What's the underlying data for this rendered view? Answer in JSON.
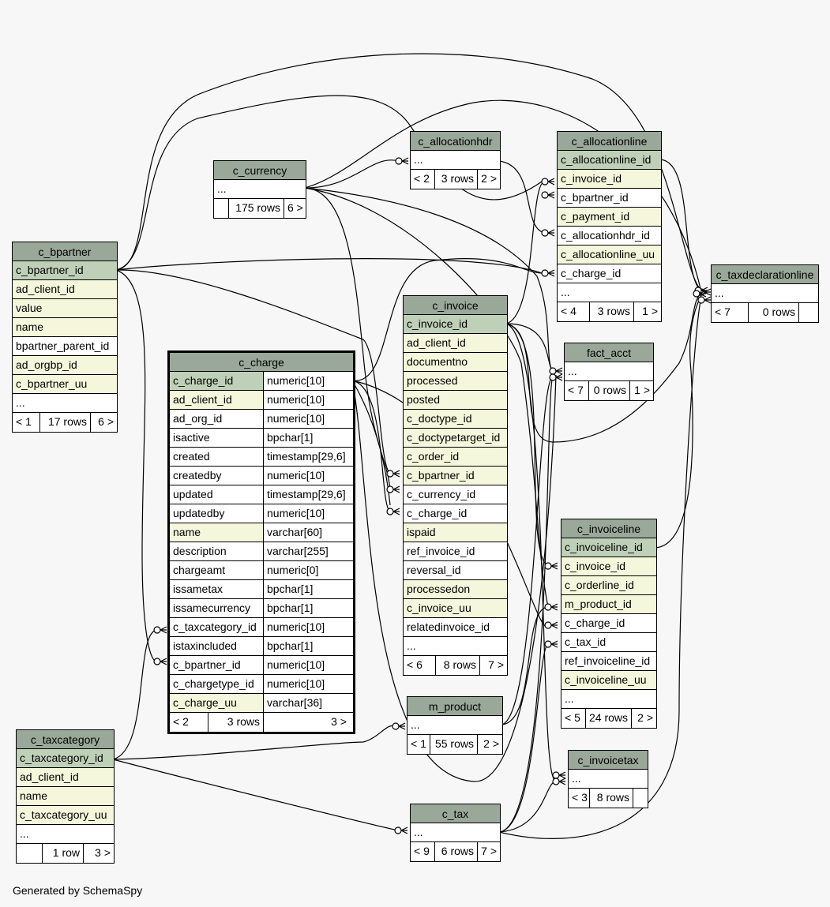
{
  "footer": {
    "generated": "Generated by SchemaSpy"
  },
  "tables": {
    "c_bpartner": {
      "name": "c_bpartner",
      "columns": [
        {
          "name": "c_bpartner_id",
          "kind": "pk"
        },
        {
          "name": "ad_client_id",
          "kind": "idx"
        },
        {
          "name": "value",
          "kind": "idx"
        },
        {
          "name": "name",
          "kind": "idx"
        },
        {
          "name": "bpartner_parent_id",
          "kind": "plain"
        },
        {
          "name": "ad_orgbp_id",
          "kind": "idx"
        },
        {
          "name": "c_bpartner_uu",
          "kind": "idx"
        },
        {
          "name": "...",
          "kind": "plain"
        }
      ],
      "footer": [
        "< 1",
        "17 rows",
        "6 >"
      ]
    },
    "c_currency": {
      "name": "c_currency",
      "columns": [
        {
          "name": "...",
          "kind": "plain"
        }
      ],
      "footer": [
        "",
        "175 rows",
        "6 >"
      ]
    },
    "c_allocationhdr": {
      "name": "c_allocationhdr",
      "columns": [
        {
          "name": "...",
          "kind": "plain"
        }
      ],
      "footer": [
        "< 2",
        "3 rows",
        "2 >"
      ]
    },
    "c_allocationline": {
      "name": "c_allocationline",
      "columns": [
        {
          "name": "c_allocationline_id",
          "kind": "pk"
        },
        {
          "name": "c_invoice_id",
          "kind": "idx"
        },
        {
          "name": "c_bpartner_id",
          "kind": "plain"
        },
        {
          "name": "c_payment_id",
          "kind": "idx"
        },
        {
          "name": "c_allocationhdr_id",
          "kind": "plain"
        },
        {
          "name": "c_allocationline_uu",
          "kind": "idx"
        },
        {
          "name": "c_charge_id",
          "kind": "plain"
        },
        {
          "name": "...",
          "kind": "plain"
        }
      ],
      "footer": [
        "< 4",
        "3 rows",
        "1 >"
      ]
    },
    "c_taxdeclarationline": {
      "name": "c_taxdeclarationline",
      "columns": [
        {
          "name": "...",
          "kind": "plain"
        }
      ],
      "footer": [
        "< 7",
        "0 rows",
        ""
      ]
    },
    "c_invoice": {
      "name": "c_invoice",
      "columns": [
        {
          "name": "c_invoice_id",
          "kind": "pk"
        },
        {
          "name": "ad_client_id",
          "kind": "idx"
        },
        {
          "name": "documentno",
          "kind": "idx"
        },
        {
          "name": "processed",
          "kind": "idx"
        },
        {
          "name": "posted",
          "kind": "idx"
        },
        {
          "name": "c_doctype_id",
          "kind": "idx"
        },
        {
          "name": "c_doctypetarget_id",
          "kind": "idx"
        },
        {
          "name": "c_order_id",
          "kind": "idx"
        },
        {
          "name": "c_bpartner_id",
          "kind": "idx"
        },
        {
          "name": "c_currency_id",
          "kind": "plain"
        },
        {
          "name": "c_charge_id",
          "kind": "plain"
        },
        {
          "name": "ispaid",
          "kind": "idx"
        },
        {
          "name": "ref_invoice_id",
          "kind": "plain"
        },
        {
          "name": "reversal_id",
          "kind": "plain"
        },
        {
          "name": "processedon",
          "kind": "idx"
        },
        {
          "name": "c_invoice_uu",
          "kind": "idx"
        },
        {
          "name": "relatedinvoice_id",
          "kind": "plain"
        },
        {
          "name": "...",
          "kind": "plain"
        }
      ],
      "footer": [
        "< 6",
        "8 rows",
        "7 >"
      ]
    },
    "fact_acct": {
      "name": "fact_acct",
      "columns": [
        {
          "name": "...",
          "kind": "plain"
        }
      ],
      "footer": [
        "< 7",
        "0 rows",
        "1 >"
      ]
    },
    "c_charge": {
      "name": "c_charge",
      "columns": [
        {
          "name": "c_charge_id",
          "type": "numeric[10]",
          "kind": "pk"
        },
        {
          "name": "ad_client_id",
          "type": "numeric[10]",
          "kind": "idx"
        },
        {
          "name": "ad_org_id",
          "type": "numeric[10]",
          "kind": "plain"
        },
        {
          "name": "isactive",
          "type": "bpchar[1]",
          "kind": "plain"
        },
        {
          "name": "created",
          "type": "timestamp[29,6]",
          "kind": "plain"
        },
        {
          "name": "createdby",
          "type": "numeric[10]",
          "kind": "plain"
        },
        {
          "name": "updated",
          "type": "timestamp[29,6]",
          "kind": "plain"
        },
        {
          "name": "updatedby",
          "type": "numeric[10]",
          "kind": "plain"
        },
        {
          "name": "name",
          "type": "varchar[60]",
          "kind": "idx"
        },
        {
          "name": "description",
          "type": "varchar[255]",
          "kind": "plain"
        },
        {
          "name": "chargeamt",
          "type": "numeric[0]",
          "kind": "plain"
        },
        {
          "name": "issametax",
          "type": "bpchar[1]",
          "kind": "plain"
        },
        {
          "name": "issamecurrency",
          "type": "bpchar[1]",
          "kind": "plain"
        },
        {
          "name": "c_taxcategory_id",
          "type": "numeric[10]",
          "kind": "plain"
        },
        {
          "name": "istaxincluded",
          "type": "bpchar[1]",
          "kind": "plain"
        },
        {
          "name": "c_bpartner_id",
          "type": "numeric[10]",
          "kind": "plain"
        },
        {
          "name": "c_chargetype_id",
          "type": "numeric[10]",
          "kind": "plain"
        },
        {
          "name": "c_charge_uu",
          "type": "varchar[36]",
          "kind": "idx"
        }
      ],
      "footer": [
        "< 2",
        "3 rows",
        "3 >"
      ]
    },
    "c_invoiceline": {
      "name": "c_invoiceline",
      "columns": [
        {
          "name": "c_invoiceline_id",
          "kind": "pk"
        },
        {
          "name": "c_invoice_id",
          "kind": "idx"
        },
        {
          "name": "c_orderline_id",
          "kind": "idx"
        },
        {
          "name": "m_product_id",
          "kind": "idx"
        },
        {
          "name": "c_charge_id",
          "kind": "plain"
        },
        {
          "name": "c_tax_id",
          "kind": "plain"
        },
        {
          "name": "ref_invoiceline_id",
          "kind": "plain"
        },
        {
          "name": "c_invoiceline_uu",
          "kind": "idx"
        },
        {
          "name": "...",
          "kind": "plain"
        }
      ],
      "footer": [
        "< 5",
        "24 rows",
        "2 >"
      ]
    },
    "m_product": {
      "name": "m_product",
      "columns": [
        {
          "name": "...",
          "kind": "plain"
        }
      ],
      "footer": [
        "< 1",
        "55 rows",
        "2 >"
      ]
    },
    "c_taxcategory": {
      "name": "c_taxcategory",
      "columns": [
        {
          "name": "c_taxcategory_id",
          "kind": "pk"
        },
        {
          "name": "ad_client_id",
          "kind": "idx"
        },
        {
          "name": "name",
          "kind": "idx"
        },
        {
          "name": "c_taxcategory_uu",
          "kind": "idx"
        },
        {
          "name": "...",
          "kind": "plain"
        }
      ],
      "footer": [
        "",
        "1 row",
        "3 >"
      ]
    },
    "c_invoicetax": {
      "name": "c_invoicetax",
      "columns": [
        {
          "name": "...",
          "kind": "plain"
        }
      ],
      "footer": [
        "< 3",
        "8 rows",
        ""
      ]
    },
    "c_tax": {
      "name": "c_tax",
      "columns": [
        {
          "name": "...",
          "kind": "plain"
        }
      ],
      "footer": [
        "< 9",
        "6 rows",
        "7 >"
      ]
    }
  }
}
